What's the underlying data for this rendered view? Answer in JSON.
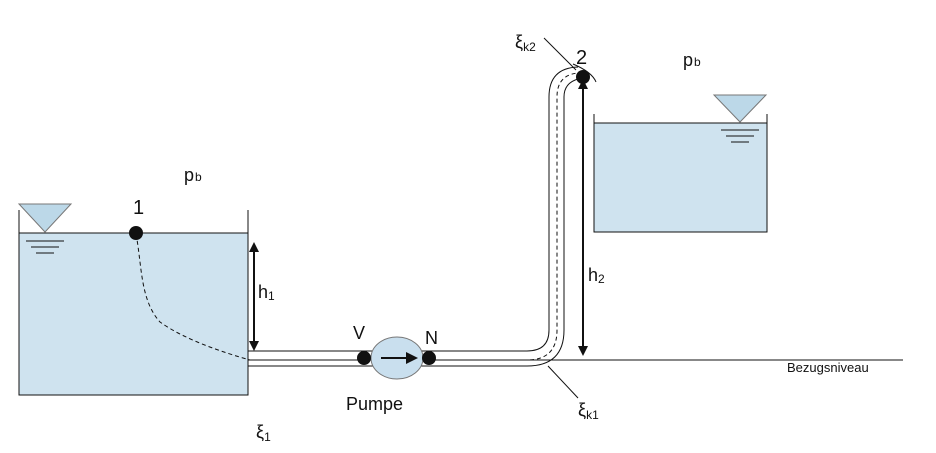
{
  "colors": {
    "water": "#cfe3ef",
    "triangle": "#bcd8e8",
    "pump": "#c9dfee",
    "line": "#111111"
  },
  "labels": {
    "p_left_main": "p",
    "p_left_sub": "b",
    "p_right_main": "p",
    "p_right_sub": "b",
    "point1": "1",
    "point2": "2",
    "h1_main": "h",
    "h1_sub": "1",
    "h2_main": "h",
    "h2_sub": "2",
    "v": "V",
    "n": "N",
    "pump": "Pumpe",
    "xi1_main": "ξ",
    "xi1_sub": "1",
    "xik1_main": "ξ",
    "xik1_sub": "k1",
    "xik2_main": "ξ",
    "xik2_sub": "k2",
    "reference": "Bezugsniveau"
  }
}
